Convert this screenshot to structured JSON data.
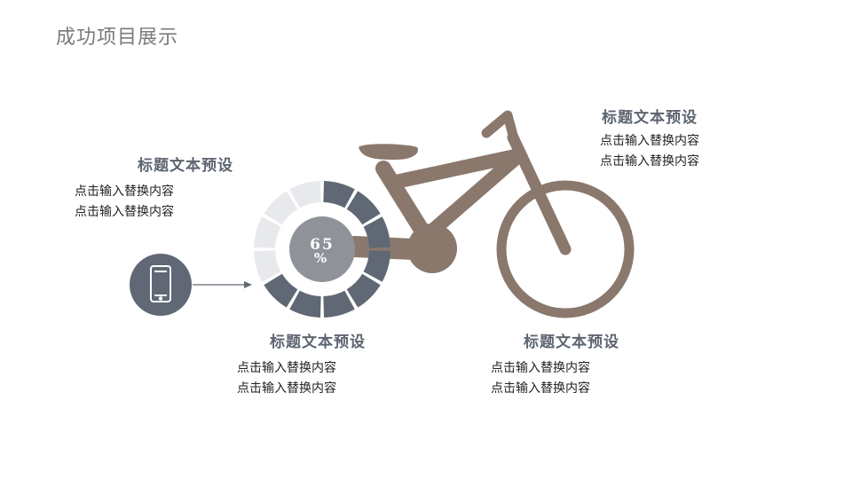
{
  "page_title": "成功项目展示",
  "percent": {
    "value": 65,
    "number": "65",
    "unit": "%"
  },
  "blocks": [
    {
      "heading": "标题文本预设",
      "lines": [
        "点击输入替换内容",
        "点击输入替换内容"
      ]
    },
    {
      "heading": "标题文本预设",
      "lines": [
        "点击输入替换内容",
        "点击输入替换内容"
      ]
    },
    {
      "heading": "标题文本预设",
      "lines": [
        "点击输入替换内容",
        "点击输入替换内容"
      ]
    },
    {
      "heading": "标题文本预设",
      "lines": [
        "点击输入替换内容",
        "点击输入替换内容"
      ]
    }
  ],
  "icons": {
    "phone": "smartphone-icon",
    "bicycle": "bicycle-illustration"
  },
  "colors": {
    "bike": "#8b786d",
    "ring_dark": "#5f6874",
    "ring_light": "#e8e9ec",
    "phone_circle": "#5f6874",
    "center_disc": "#8f9399"
  }
}
